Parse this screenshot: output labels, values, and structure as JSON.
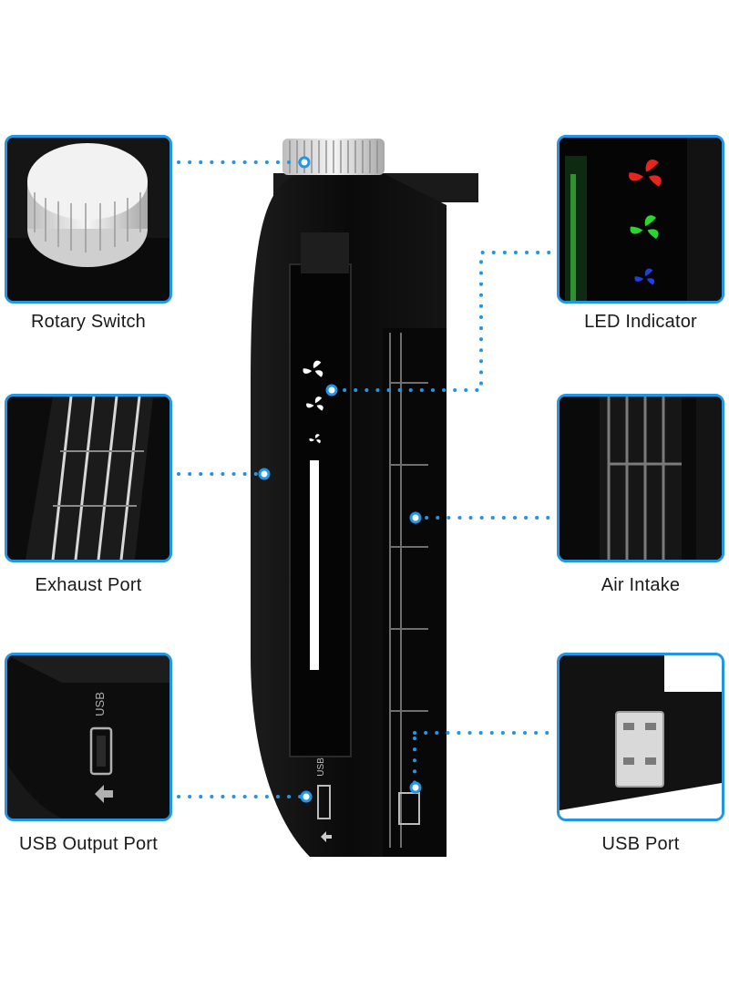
{
  "callouts": {
    "rotary_switch": {
      "label": "Rotary Switch"
    },
    "led_indicator": {
      "label": "LED Indicator"
    },
    "exhaust_port": {
      "label": "Exhaust Port"
    },
    "air_intake": {
      "label": "Air Intake"
    },
    "usb_output_port": {
      "label": "USB Output Port"
    },
    "usb_port": {
      "label": "USB Port"
    }
  },
  "device": {
    "usb_text": "USB"
  },
  "colors": {
    "accent": "#2196e6",
    "device_body": "#0d0d0d",
    "fan_red": "#e8241b",
    "fan_green": "#2bd62b",
    "fan_blue": "#1f3fe0"
  }
}
